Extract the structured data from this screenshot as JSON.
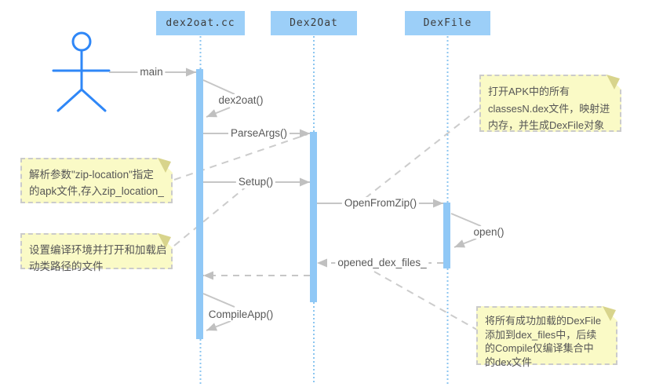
{
  "diagram_type": "uml-sequence-diagram",
  "actor": {
    "role": "user"
  },
  "lifelines": [
    {
      "name": "dex2oat.cc"
    },
    {
      "name": "Dex2Oat"
    },
    {
      "name": "DexFile"
    }
  ],
  "messages": [
    {
      "label": "main",
      "type": "call",
      "from": "actor",
      "to": "dex2oat.cc"
    },
    {
      "label": "dex2oat()",
      "type": "self",
      "on": "dex2oat.cc"
    },
    {
      "label": "ParseArgs()",
      "type": "call",
      "from": "dex2oat.cc",
      "to": "Dex2Oat"
    },
    {
      "label": "Setup()",
      "type": "call",
      "from": "dex2oat.cc",
      "to": "Dex2Oat"
    },
    {
      "label": "OpenFromZip()",
      "type": "call",
      "from": "Dex2Oat",
      "to": "DexFile"
    },
    {
      "label": "open()",
      "type": "self",
      "on": "DexFile"
    },
    {
      "label": "opened_dex_files_",
      "type": "return",
      "from": "DexFile",
      "to": "Dex2Oat"
    },
    {
      "label": "",
      "type": "return",
      "from": "Dex2Oat",
      "to": "dex2oat.cc"
    },
    {
      "label": "CompileApp()",
      "type": "self",
      "on": "dex2oat.cc"
    }
  ],
  "notes": [
    {
      "lines": [
        "解析参数\"zip-location\"指定",
        "的apk文件,存入zip_location_"
      ]
    },
    {
      "lines": [
        "设置编译环境并打开和加载启",
        "动类路径的文件"
      ]
    },
    {
      "lines": [
        "打开APK中的所有",
        "classesN.dex文件，映射进",
        "内存，并生成DexFile对象"
      ]
    },
    {
      "lines": [
        "将所有成功加载的DexFile",
        "添加到dex_files中，后续",
        "的Compile仅编译集合中",
        "的dex文件"
      ]
    }
  ],
  "colors": {
    "lifeline_blue": "#90c8f6",
    "header_fill": "#9ccff8",
    "actor_blue": "#2f87f7",
    "line_gray": "#c6c6c6",
    "note_fill": "#fafac6",
    "note_fold": "#d8d48c",
    "text_gray": "#595959"
  }
}
